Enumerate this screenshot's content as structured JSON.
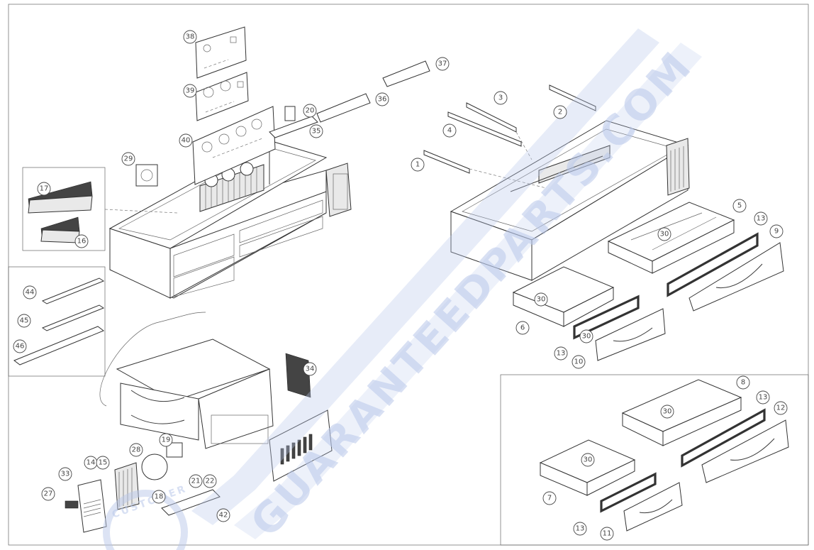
{
  "diagram": {
    "title": "",
    "callouts": [
      "1",
      "2",
      "3",
      "4",
      "5",
      "6",
      "7",
      "8",
      "9",
      "10",
      "11",
      "12",
      "13",
      "14",
      "15",
      "16",
      "17",
      "18",
      "19",
      "20",
      "21",
      "22",
      "27",
      "28",
      "29",
      "30",
      "33",
      "34",
      "35",
      "36",
      "37",
      "38",
      "39",
      "40",
      "42",
      "44",
      "45",
      "46"
    ],
    "watermark": {
      "text": "GUARANTEEDPARTS.COM",
      "color": "#b9c8ea"
    },
    "stamp_text": "CUSTOMER"
  }
}
